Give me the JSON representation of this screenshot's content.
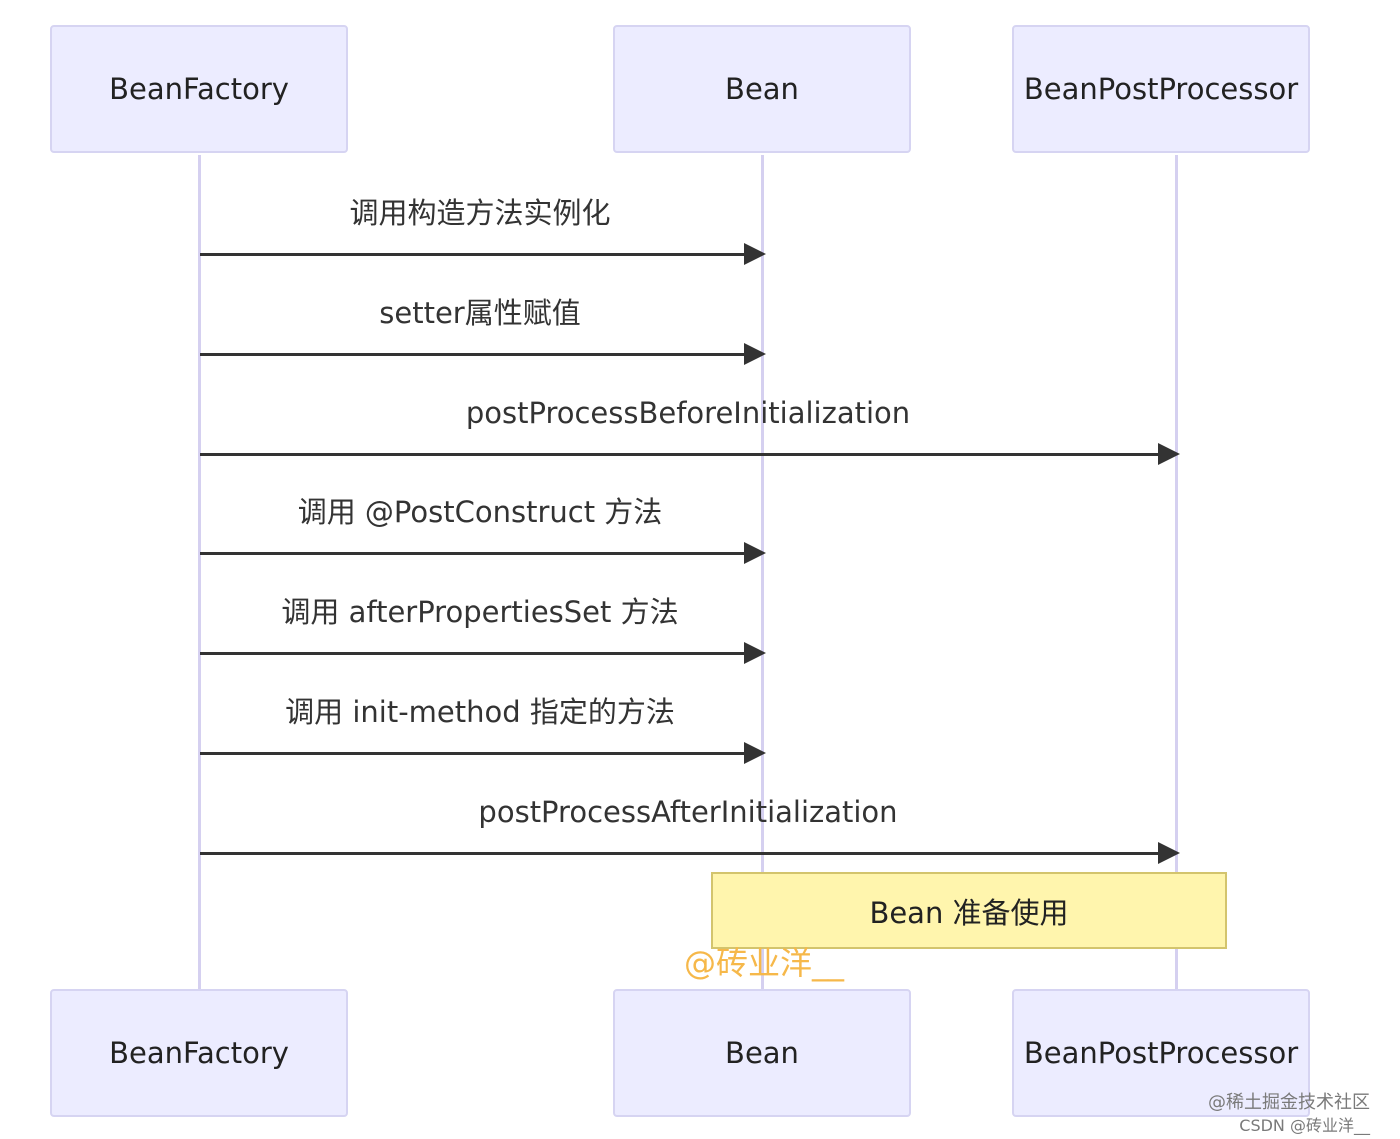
{
  "actors": {
    "factory": "BeanFactory",
    "bean": "Bean",
    "processor": "BeanPostProcessor"
  },
  "messages": [
    {
      "label": "调用构造方法实例化",
      "from": "BeanFactory",
      "to": "Bean"
    },
    {
      "label": "setter属性赋值",
      "from": "BeanFactory",
      "to": "Bean"
    },
    {
      "label": "postProcessBeforeInitialization",
      "from": "BeanFactory",
      "to": "BeanPostProcessor"
    },
    {
      "label": "调用 @PostConstruct 方法",
      "from": "BeanFactory",
      "to": "Bean"
    },
    {
      "label": "调用 afterPropertiesSet 方法",
      "from": "BeanFactory",
      "to": "Bean"
    },
    {
      "label": "调用 init-method 指定的方法",
      "from": "BeanFactory",
      "to": "Bean"
    },
    {
      "label": "postProcessAfterInitialization",
      "from": "BeanFactory",
      "to": "BeanPostProcessor"
    }
  ],
  "note": {
    "text": "Bean 准备使用",
    "over": [
      "Bean",
      "BeanPostProcessor"
    ]
  },
  "watermarks": {
    "author": "@砖业洋__",
    "site": "@稀土掘金技术社区",
    "csdn": "CSDN @砖业洋__"
  }
}
